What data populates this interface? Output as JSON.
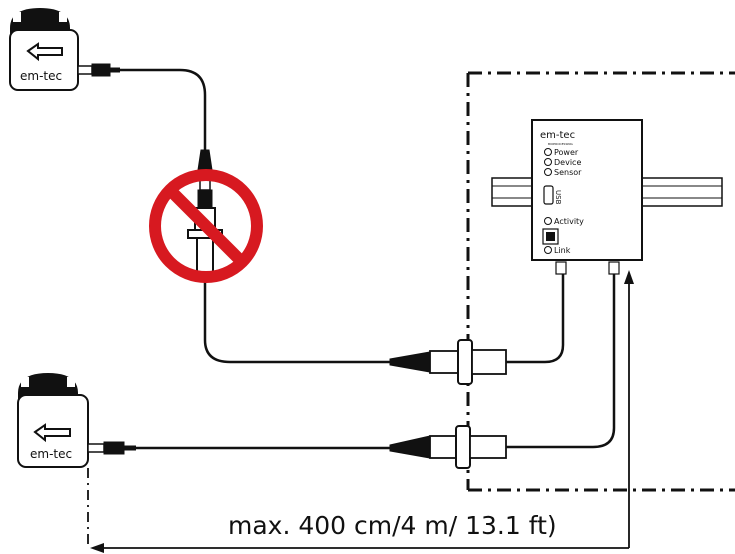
{
  "sensors": {
    "top_label": "em-tec",
    "bottom_label": "em-tec"
  },
  "device": {
    "brand": "em-tec",
    "subbrand": "BIOPROCESSING",
    "leds": [
      "Power",
      "Device",
      "Sensor"
    ],
    "usb_label": "USB",
    "activity_label": "Activity",
    "link_label": "Link"
  },
  "dimension": {
    "text": "max. 400 cm/4 m/ 13.1 ft)"
  },
  "colors": {
    "line": "#111111",
    "prohibition": "#d71920",
    "rail": "#ffffff"
  },
  "icons": [
    "arrow-left-icon",
    "prohibited-icon",
    "ethernet-port-icon",
    "usb-port-icon"
  ]
}
